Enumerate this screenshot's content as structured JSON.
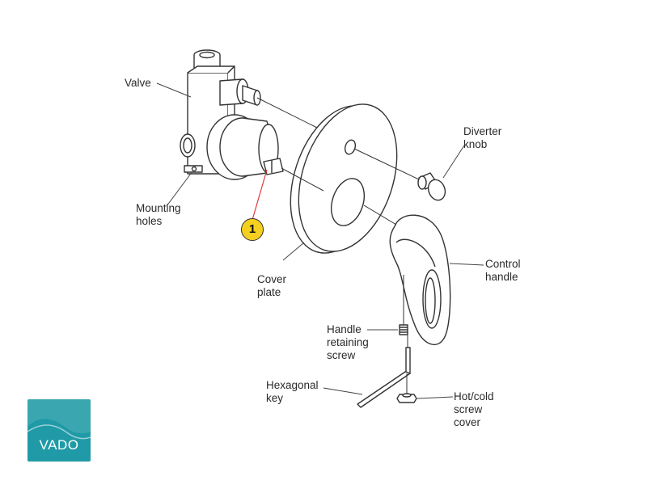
{
  "labels": {
    "valve": [
      "Valve"
    ],
    "mounting_holes": [
      "Mounting",
      "holes"
    ],
    "diverter_knob": [
      "Diverter",
      "knob"
    ],
    "cover_plate": [
      "Cover",
      "plate"
    ],
    "control_handle": [
      "Control",
      "handle"
    ],
    "handle_retaining_screw": [
      "Handle",
      "retaining",
      "screw"
    ],
    "hexagonal_key": [
      "Hexagonal",
      "key"
    ],
    "hot_cold_screw_cover": [
      "Hot/cold",
      "screw",
      "cover"
    ]
  },
  "callout": {
    "number": "1",
    "fill": "#f5d020",
    "line_color": "#e23a3a"
  },
  "logo": {
    "text": "VADO",
    "color": "#1f9aa6"
  },
  "colors": {
    "line": "#333333",
    "leader": "#444444"
  }
}
